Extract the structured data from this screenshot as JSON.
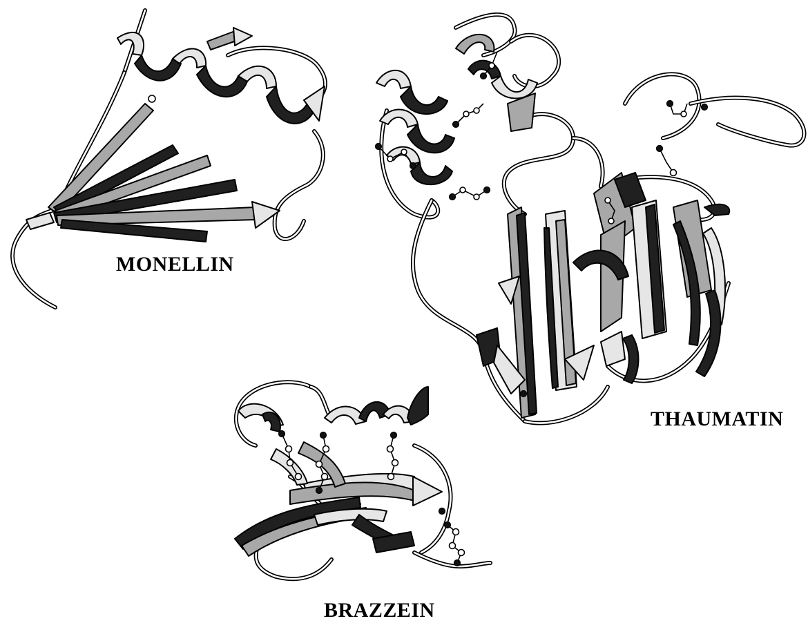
{
  "proteins": [
    {
      "name": "MONELLIN"
    },
    {
      "name": "THAUMATIN"
    },
    {
      "name": "BRAZZEIN"
    }
  ]
}
